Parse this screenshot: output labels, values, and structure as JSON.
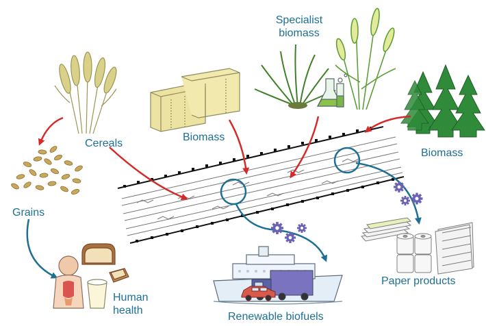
{
  "labels": {
    "specialist_line1": "Specialist",
    "specialist_line2": "biomass",
    "biomass_left": "Biomass",
    "biomass_right": "Biomass",
    "cereals": "Cereals",
    "grains": "Grains",
    "human_line1": "Human",
    "human_line2": "health",
    "biofuels": "Renewable biofuels",
    "paper": "Paper products"
  },
  "colors": {
    "label_text": "#1d6f93",
    "arrow_red": "#d42a2a",
    "arrow_blue": "#1d6f93",
    "gear": "#6a63b5",
    "lignin_node": "#111111",
    "tree": "#2f8a3a",
    "grass": "#58a33a",
    "wheat": "#c9c27a",
    "hay": "#e8df9a"
  },
  "icons": [
    "wheat-icon",
    "grain-pile-icon",
    "hay-bale-icon",
    "grass-plant-icon",
    "flask-icon",
    "reed-plant-icon",
    "pine-tree-icon",
    "cellulose-fiber-icon",
    "gear-icon",
    "ship-icon",
    "truck-icon",
    "car-icon",
    "paper-stack-icon",
    "toilet-roll-icon",
    "human-body-icon",
    "bread-icon",
    "milk-glass-icon"
  ]
}
